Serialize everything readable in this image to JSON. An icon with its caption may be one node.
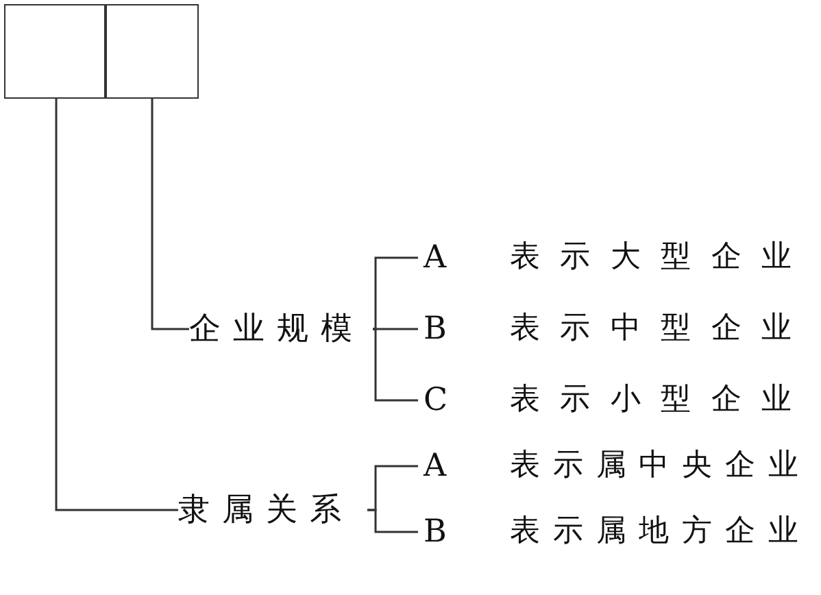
{
  "diagram": {
    "nodes": [
      {
        "text": [],
        "shape": "box"
      },
      {
        "text": [],
        "shape": "box"
      },
      {
        "text": [
          "企业规模"
        ]
      },
      {
        "text": [
          "隶属关系"
        ]
      },
      {
        "text": [
          "A"
        ],
        "beside": [
          "表示大型企业"
        ]
      },
      {
        "text": [
          "B"
        ],
        "beside": [
          "表示中型企业"
        ]
      },
      {
        "text": [
          "C"
        ],
        "beside": [
          "表示小型企业"
        ]
      },
      {
        "text": [
          "A"
        ],
        "beside": [
          "表示属中央企业"
        ]
      },
      {
        "text": [
          "B"
        ],
        "beside": [
          "表示属地方企业"
        ]
      }
    ],
    "edges": [
      {
        "from": 1,
        "to": 2,
        "arrow": "none"
      },
      {
        "from": 0,
        "to": 3,
        "arrow": "none"
      },
      {
        "from": 2,
        "to": 4,
        "arrow": "none"
      },
      {
        "from": 2,
        "to": 5,
        "arrow": "none"
      },
      {
        "from": 2,
        "to": 6,
        "arrow": "none"
      },
      {
        "from": 3,
        "to": 7,
        "arrow": "none"
      },
      {
        "from": 3,
        "to": 8,
        "arrow": "none"
      }
    ]
  }
}
